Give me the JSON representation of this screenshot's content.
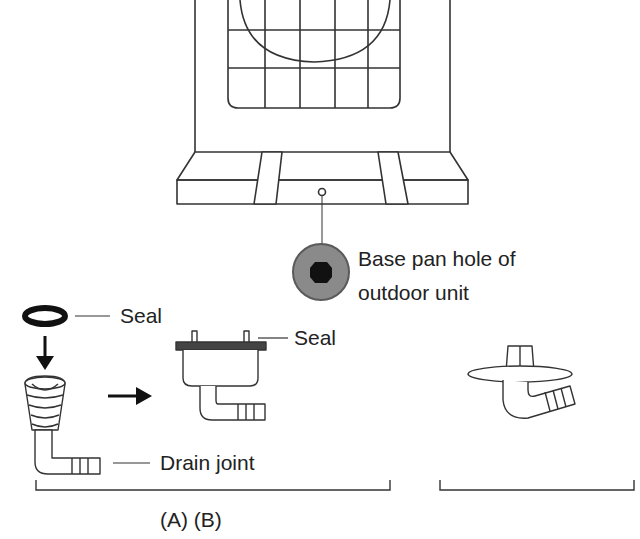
{
  "diagram": {
    "labels": [
      "Base pan hole of outdoor unit",
      "Seal",
      "Seal",
      "Drain joint",
      "(A) (B)"
    ]
  }
}
